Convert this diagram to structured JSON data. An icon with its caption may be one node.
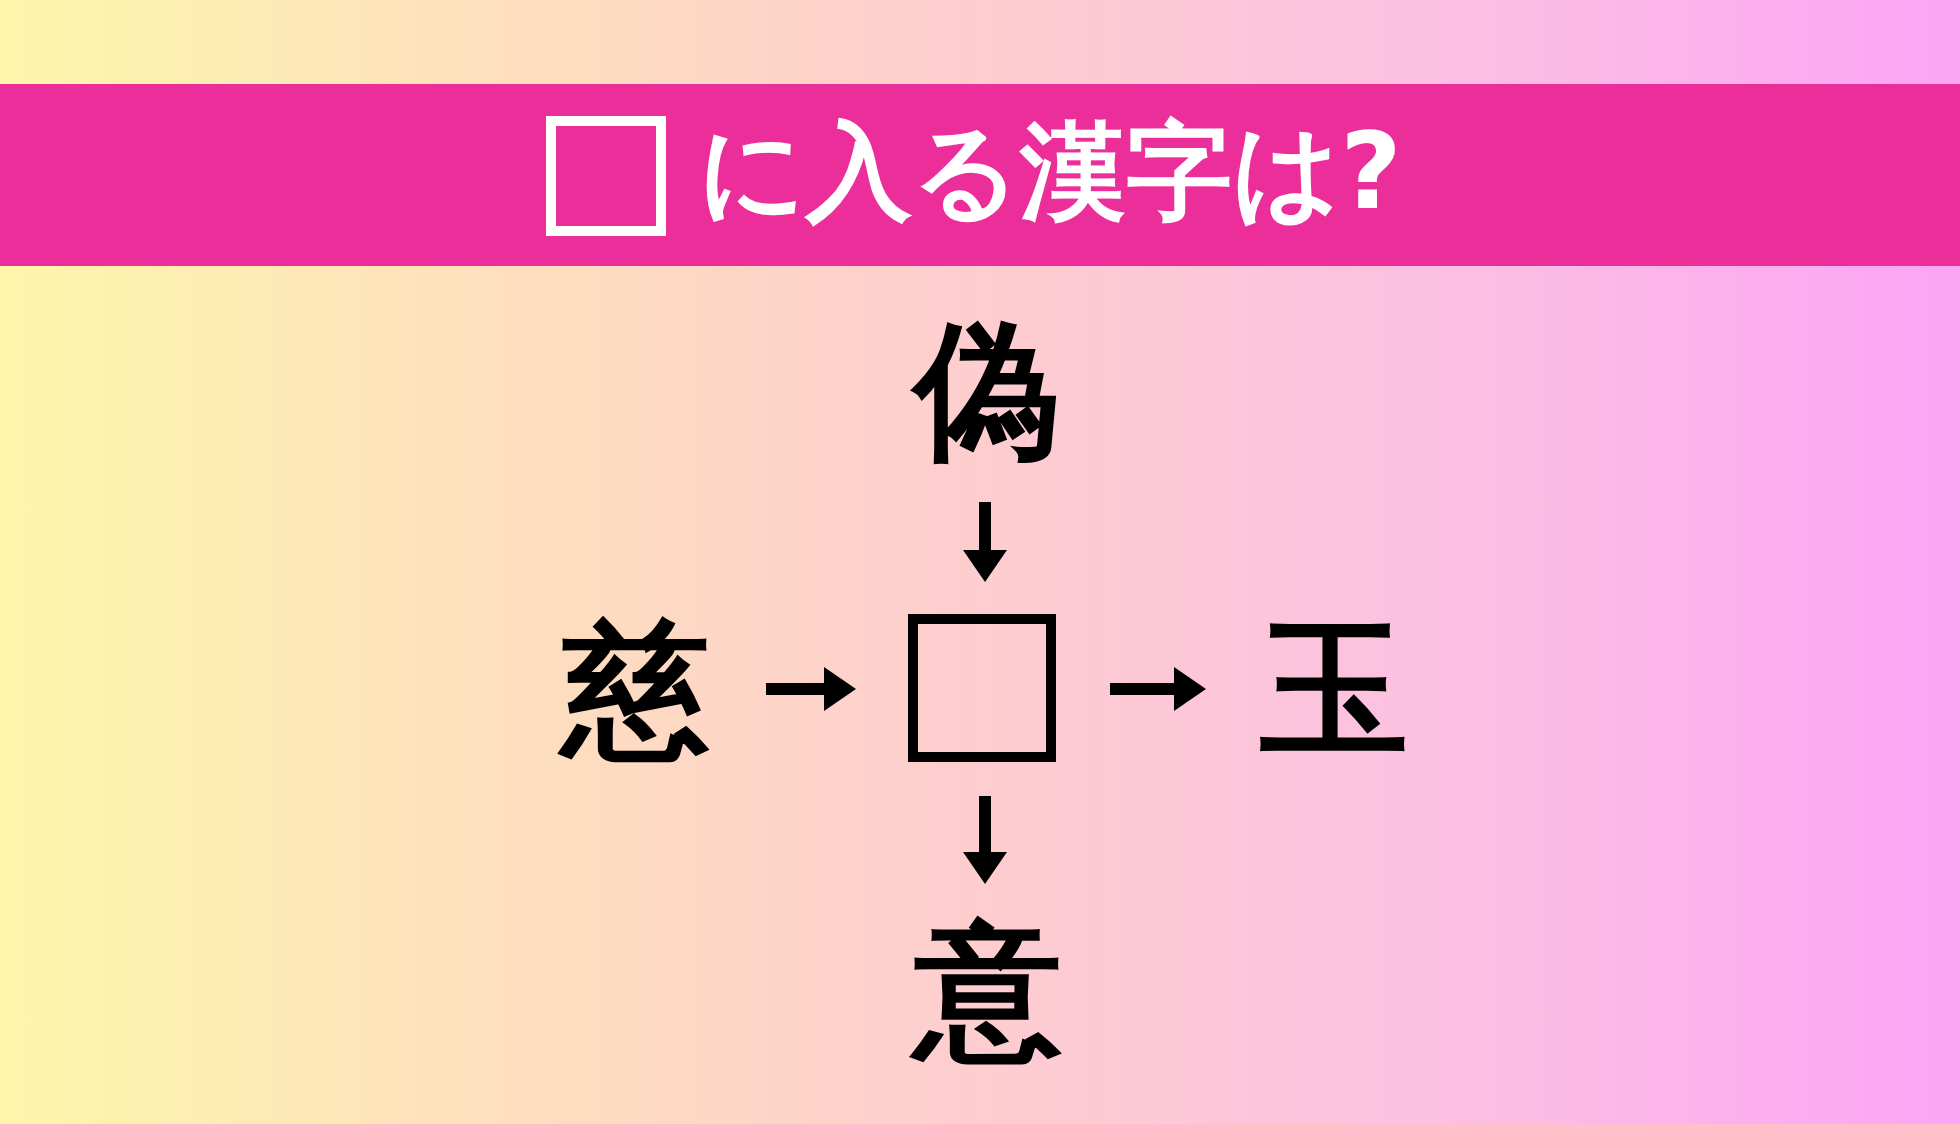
{
  "diagram": {
    "title": "に入る漢字は?",
    "nodes": [
      {
        "text": [
          "偽"
        ]
      },
      {
        "text": [
          "慈"
        ]
      },
      {
        "text": [],
        "shape": "box"
      },
      {
        "text": [
          "玉"
        ]
      },
      {
        "text": [
          "意"
        ]
      }
    ],
    "edges": [
      {
        "from": 0,
        "to": 2,
        "arrow": "to"
      },
      {
        "from": 1,
        "to": 2,
        "arrow": "to"
      },
      {
        "from": 2,
        "to": 3,
        "arrow": "to"
      },
      {
        "from": 2,
        "to": 4,
        "arrow": "to"
      }
    ]
  }
}
